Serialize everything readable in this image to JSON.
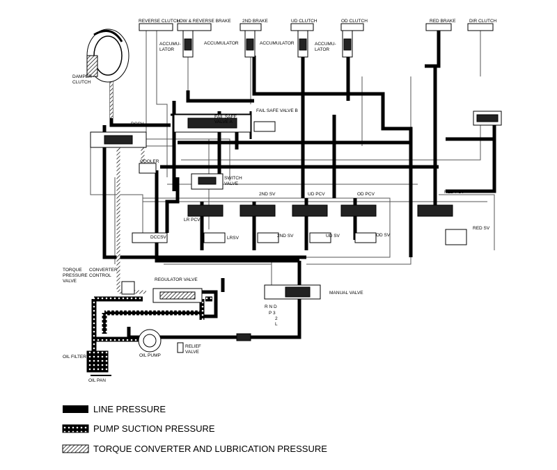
{
  "labels": {
    "reverse_clutch": "REVERSE CLUTCH",
    "low_reverse_brake": "LOW & REVERSE BRAKE",
    "second_brake": "2ND BRAKE",
    "ud_clutch": "UD CLUTCH",
    "od_clutch": "OD CLUTCH",
    "red_brake": "RED BRAKE",
    "dir_clutch": "DIR CLUTCH",
    "accumulator": "ACCUMULATOR",
    "accumu": "ACCUMU-",
    "lator": "LATOR",
    "damper": "DAMPER",
    "clutch": "CLUTCH",
    "dccv": "DCCV",
    "fail_safe": "FAIL SAFE",
    "valve_a": "VALVE A",
    "fail_safe_valve_b": "FAIL SAFE VALVE B",
    "cooler": "COOLER",
    "switch": "SWITCH",
    "valve": "VALVE",
    "sv_2nd": "2ND SV",
    "ud_pcv": "UD PCV",
    "od_pcv": "OD PCV",
    "red_pcv": "RED PCV",
    "lr_pcv": "LR PCV",
    "dccsv": "DCCSV",
    "lrsv": "LRSV",
    "sv_2nd_b": "2ND SV",
    "ud_sv": "UD SV",
    "od_sv": "OD SV",
    "red_sv": "RED SV",
    "torque": "TORQUE",
    "pressure": "PRESSURE",
    "valve_b": "VALVE",
    "converter": "CONVERTER",
    "control": "CONTROL",
    "regulator_valve": "REGULATOR VALVE",
    "manual_valve": "MANUAL VALVE",
    "r_n_d": "R  N  D",
    "p_3": "P   3",
    "num_2": "2",
    "l": "L",
    "oil_filter": "OIL FILTER",
    "oil_pump": "OIL PUMP",
    "relief": "RELIEF",
    "valve_c": "VALVE",
    "oil_pan": "OIL PAN"
  },
  "legend": [
    {
      "label": "LINE PRESSURE",
      "pattern": "solid"
    },
    {
      "label": "PUMP SUCTION PRESSURE",
      "pattern": "dots"
    },
    {
      "label": "TORQUE CONVERTER AND LUBRICATION PRESSURE",
      "pattern": "hatch"
    }
  ],
  "colors": {
    "ink": "#000000",
    "paper": "#ffffff",
    "thin_line": "#555555"
  }
}
